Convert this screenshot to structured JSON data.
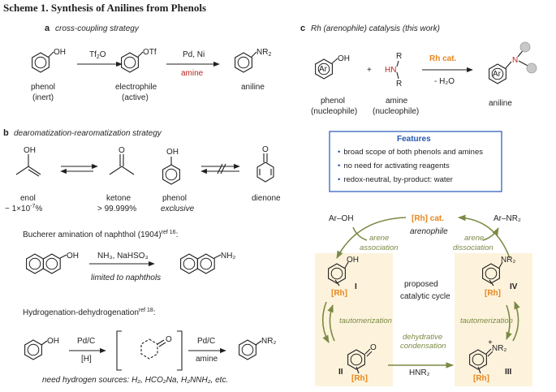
{
  "scheme_title": "Scheme 1. Synthesis of Anilines from Phenols",
  "panel_a": {
    "heading_letter": "a",
    "heading_text": "cross-coupling strategy",
    "oh_label": "OH",
    "otf_label": "OTf",
    "nr2_label": "NR",
    "nr2_sub": "2",
    "reagent1_main": "Tf",
    "reagent1_sub": "2",
    "reagent1_tail": "O",
    "reagent2_top": "Pd, Ni",
    "reagent2_bottom": "amine",
    "phenol_name": "phenol",
    "phenol_note": "(inert)",
    "electrophile_name": "electrophile",
    "electrophile_note": "(active)",
    "aniline_name": "aniline"
  },
  "panel_b": {
    "heading_letter": "b",
    "heading_text": "dearomatization-rearomatization strategy",
    "enol_oh": "OH",
    "enol_name": "enol",
    "enol_pct": "~ 1×10",
    "enol_pct_exp": "-7",
    "enol_pct_tail": "%",
    "ketone_o": "O",
    "ketone_name": "ketone",
    "ketone_pct": "> 99.999%",
    "phenol_oh": "OH",
    "phenol_name": "phenol",
    "phenol_note": "exclusive",
    "dienone_o": "O",
    "dienone_name": "dienone",
    "bucherer_text": "Bucherer amination of naphthol (1904)",
    "bucherer_ref": "ref 16",
    "bucherer_oh": "OH",
    "bucherer_reagents": "NH₃, NaHSO₃",
    "bucherer_note": "limited to naphthols",
    "bucherer_nh2": "NH₂",
    "hydrog_text": "Hydrogenation-dehydrogenation",
    "hydrog_ref": "ref 18",
    "hydrog_oh": "OH",
    "hydrog_r1_top": "Pd/C",
    "hydrog_r1_bottom": "[H]",
    "hydrog_o": "O",
    "hydrog_r2_top": "Pd/C",
    "hydrog_r2_bottom": "amine",
    "hydrog_nr2": "NR₂",
    "hydrog_note": "need hydrogen sources: H₂, HCO₂Na, H₂NNH₂, etc."
  },
  "panel_c": {
    "heading_letter": "c",
    "heading_text": "Rh (arenophile) catalysis (this work)",
    "oh_label": "OH",
    "ar_label": "Ar",
    "plus": "+",
    "amine_r_top": "R",
    "amine_hn": "HN",
    "amine_r_bottom": "R",
    "catalyst": "Rh cat.",
    "byproduct": "- H₂O",
    "n_label": "N",
    "phenol_name": "phenol",
    "phenol_note": "(nucleophile)",
    "amine_name": "amine",
    "amine_note": "(nucleophile)",
    "aniline_name": "aniline"
  },
  "features": {
    "title": "Features",
    "items": [
      "broad scope of both phenols and amines",
      "no need for activating reagents",
      "redox-neutral, by-product: water"
    ]
  },
  "cycle": {
    "ar_oh": "Ar–OH",
    "rh_cat": "[Rh] cat.",
    "arenophile": "arenophile",
    "ar_nr2": "Ar–NR₂",
    "arene_assoc_1": "arene",
    "arene_assoc_2": "association",
    "arene_dissoc_1": "arene",
    "arene_dissoc_2": "dissociation",
    "center_1": "proposed",
    "center_2": "catalytic cycle",
    "tautomerization_left": "tautomerization",
    "tautomerization_right": "tautomerization",
    "dehydrative_1": "dehydrative",
    "dehydrative_2": "condensation",
    "hnr2": "HNR₂",
    "rh": "[Rh]",
    "oh": "OH",
    "o": "O",
    "nr2": "NR₂",
    "plus_charge": "+",
    "label_I": "I",
    "label_II": "II",
    "label_III": "III",
    "label_IV": "IV"
  },
  "colors": {
    "accent_red": "#b8251e",
    "catalyst_orange": "#e8861e",
    "features_blue": "#2457b5",
    "cycle_bg": "#fdf3dc",
    "arrow_olive": "#7a8a45"
  }
}
